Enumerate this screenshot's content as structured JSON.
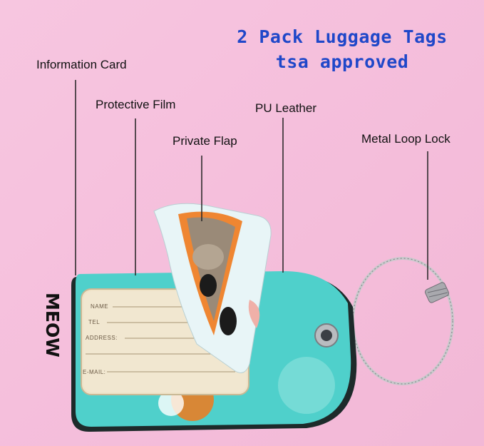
{
  "headline": {
    "line1": "2 Pack Luggage Tags",
    "line2": "tsa approved"
  },
  "callouts": {
    "information_card": "Information Card",
    "protective_film": "Protective Film",
    "private_flap": "Private Flap",
    "pu_leather": "PU Leather",
    "metal_loop_lock": "Metal Loop Lock"
  },
  "tag": {
    "brand_text": "MEOW",
    "fields": [
      "NAME",
      "TEL",
      "ADDRESS:",
      "E-MAIL:"
    ]
  },
  "colors": {
    "headline": "#1f47c9",
    "background": "#f5bfdc",
    "tag_leather": "#4fd0cb",
    "card": "#efe3c8",
    "cat_orange": "#f07a1c"
  }
}
